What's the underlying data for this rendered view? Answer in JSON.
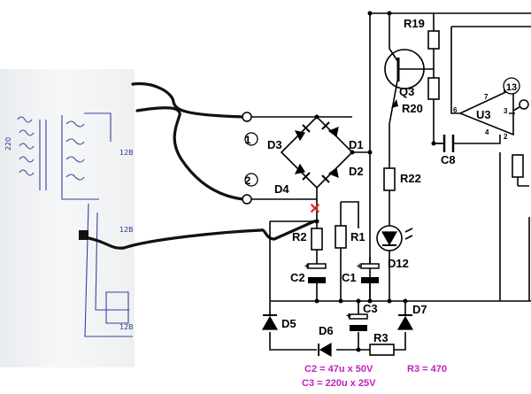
{
  "photo": {
    "handwritten": [
      "220",
      "12B",
      "12B",
      "12B"
    ]
  },
  "labels": {
    "r19": "R19",
    "q3": "Q3",
    "r20": "R20",
    "u3": "U3",
    "c8": "C8",
    "d1": "D1",
    "d2": "D2",
    "d3": "D3",
    "d4": "D4",
    "r22": "R22",
    "r1": "R1",
    "r2": "R2",
    "d12": "D12",
    "c1": "C1",
    "c2": "C2",
    "c3": "C3",
    "d5": "D5",
    "d6": "D6",
    "d7": "D7",
    "r3": "R3"
  },
  "terminals": {
    "t1": "1",
    "t2": "2",
    "t13": "13"
  },
  "pins": {
    "p7": "7",
    "p6": "6",
    "p3": "3",
    "p4": "4",
    "p2": "2"
  },
  "polarity": {
    "plus": "+"
  },
  "marker": {
    "cross": "✕"
  },
  "notes": {
    "c2": "C2 = 47u x 50V",
    "c3": "C3 = 220u x 25V",
    "r3": "R3 = 470"
  },
  "colors": {
    "annotation": "#c020c0",
    "marker": "#e02020",
    "handwriting": "#2a3a8a"
  }
}
